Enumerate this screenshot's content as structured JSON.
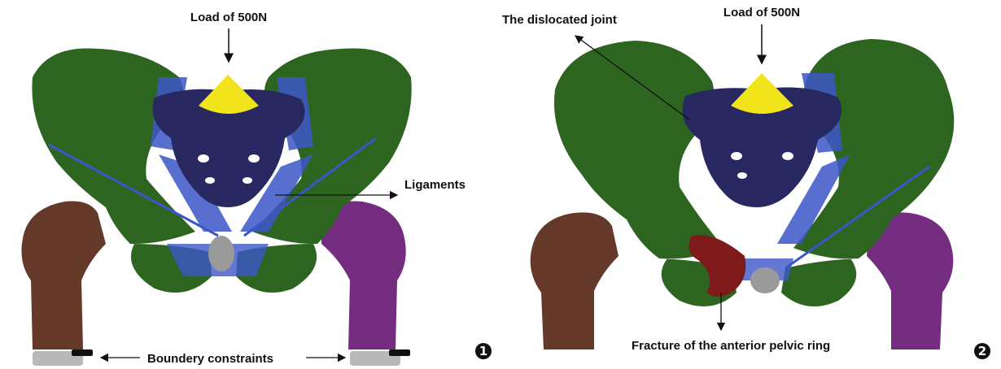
{
  "panels": [
    {
      "number": "1",
      "labels": {
        "load": "Load of 500N",
        "ligaments": "Ligaments",
        "constraints": "Boundery constraints"
      }
    },
    {
      "number": "2",
      "labels": {
        "load": "Load of 500N",
        "dislocated": "The dislocated joint",
        "fracture": "Fracture of the anterior pelvic ring"
      }
    }
  ],
  "colors": {
    "pelvis_green": "#2f6a22",
    "sacrum_navy": "#2a2a66",
    "ligament_blue": "#3c56c8",
    "load_yellow": "#f2e41b",
    "femur_left_brown": "#6a3c2c",
    "femur_right_purple": "#7a2f86",
    "fracture_red": "#7e1a1a",
    "constraint_grey": "#b9b9b9"
  }
}
